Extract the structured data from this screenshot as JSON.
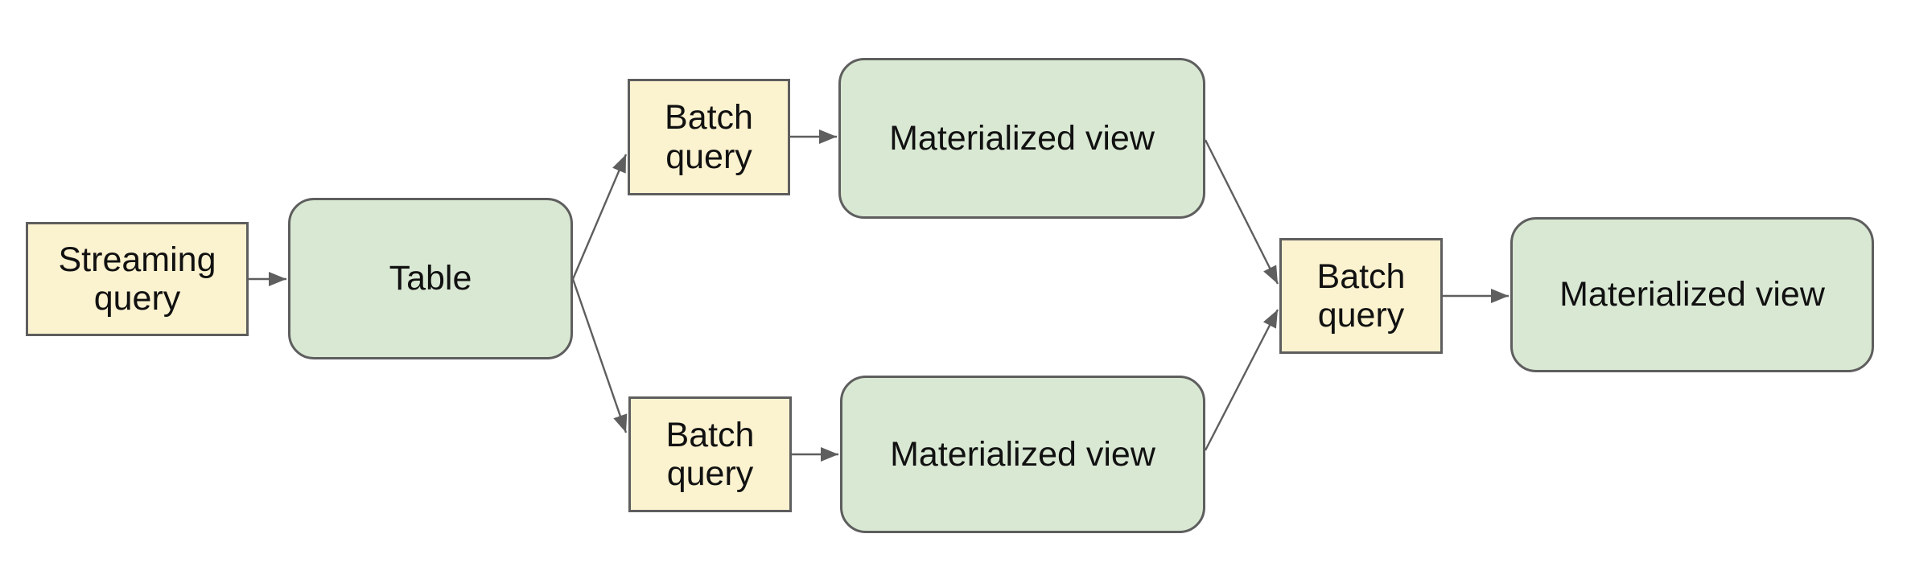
{
  "diagram": {
    "background_color": "#ffffff",
    "colors": {
      "query_box_fill": "#fbf2cf",
      "entity_box_fill": "#d9e8d3",
      "border": "#5e5e5e",
      "arrow": "#5e5e5e",
      "text": "#111111"
    },
    "nodes": [
      {
        "id": "streaming-query",
        "label": "Streaming query",
        "kind": "query"
      },
      {
        "id": "table",
        "label": "Table",
        "kind": "entity"
      },
      {
        "id": "batch-query-top",
        "label": "Batch query",
        "kind": "query"
      },
      {
        "id": "materialized-view-top",
        "label": "Materialized view",
        "kind": "entity"
      },
      {
        "id": "batch-query-bottom",
        "label": "Batch query",
        "kind": "query"
      },
      {
        "id": "materialized-view-bottom",
        "label": "Materialized view",
        "kind": "entity"
      },
      {
        "id": "batch-query-middle",
        "label": "Batch query",
        "kind": "query"
      },
      {
        "id": "materialized-view-final",
        "label": "Materialized view",
        "kind": "entity"
      }
    ],
    "edges": [
      {
        "from": "streaming-query",
        "to": "table"
      },
      {
        "from": "table",
        "to": "batch-query-top"
      },
      {
        "from": "table",
        "to": "batch-query-bottom"
      },
      {
        "from": "batch-query-top",
        "to": "materialized-view-top"
      },
      {
        "from": "batch-query-bottom",
        "to": "materialized-view-bottom"
      },
      {
        "from": "materialized-view-top",
        "to": "batch-query-middle"
      },
      {
        "from": "materialized-view-bottom",
        "to": "batch-query-middle"
      },
      {
        "from": "batch-query-middle",
        "to": "materialized-view-final"
      }
    ]
  }
}
